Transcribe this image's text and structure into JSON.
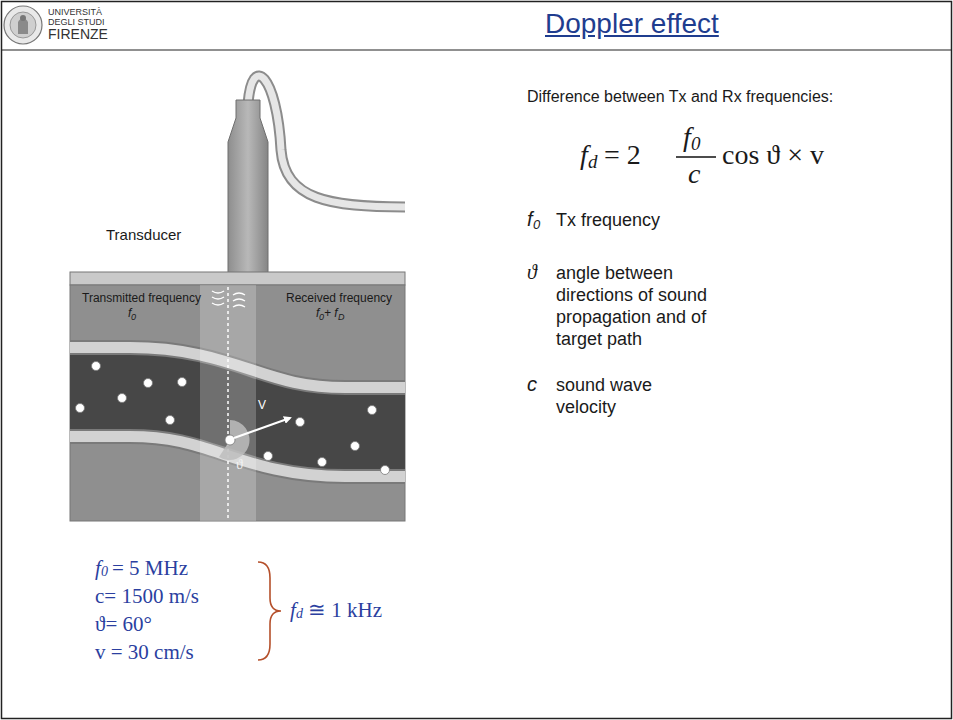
{
  "diagram": {
    "title": "Doppler effect",
    "labels": [
      "UNIVERSITÀ",
      "DEGLI STUDI",
      "FIRENZE",
      "Transducer",
      "Transmitted frequency",
      "f",
      "0",
      "Received frequency",
      "f",
      "0",
      "+ f",
      "D",
      "ϑ",
      "V",
      "Difference between Tx and Rx frequencies:",
      "f",
      "d",
      "= 2",
      "f",
      "0",
      "c",
      "cos ϑ × v",
      "f",
      "0",
      "Tx frequency",
      "ϑ",
      "angle between directions of sound propagation and of target path",
      "c",
      "sound wave velocity",
      "f",
      "0",
      "= 5 MHz",
      "c= 1500 m/s",
      "ϑ= 60°",
      "v = 30 cm/s",
      "f",
      "d",
      "≅ 1 kHz"
    ]
  }
}
